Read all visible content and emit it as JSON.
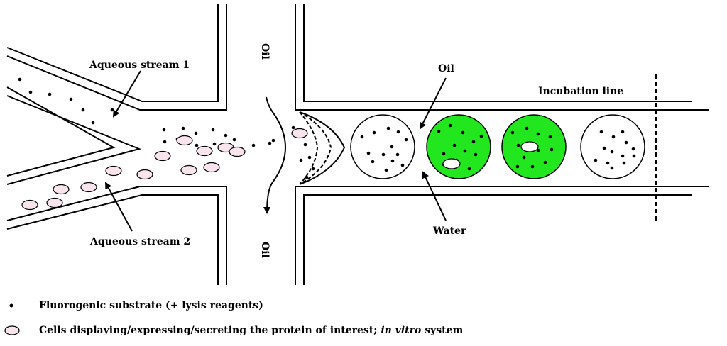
{
  "labels": {
    "aqueous_stream_1": "Aqueous stream 1",
    "aqueous_stream_2": "Aqueous stream 2",
    "oil_top": "Oil",
    "oil_bottom": "Oil",
    "oil_channel": "Oil",
    "water": "Water",
    "incubation_line": "Incubation line"
  },
  "legend": {
    "substrate": "Fluorogenic substrate (+ lysis reagents)",
    "cells_prefix": "Cells displaying/expressing/secreting the protein of interest; ",
    "cells_italic": "in vitro",
    "cells_suffix": " system"
  },
  "colors": {
    "line": "#000000",
    "cell_fill": "#f7e4ec",
    "positive_droplet": "#22e61e",
    "negative_droplet": "#ffffff"
  },
  "droplets": [
    {
      "state": "negative",
      "contains_cell": false
    },
    {
      "state": "positive",
      "contains_cell": true
    },
    {
      "state": "positive",
      "contains_cell": true
    },
    {
      "state": "negative",
      "contains_cell": false
    }
  ]
}
